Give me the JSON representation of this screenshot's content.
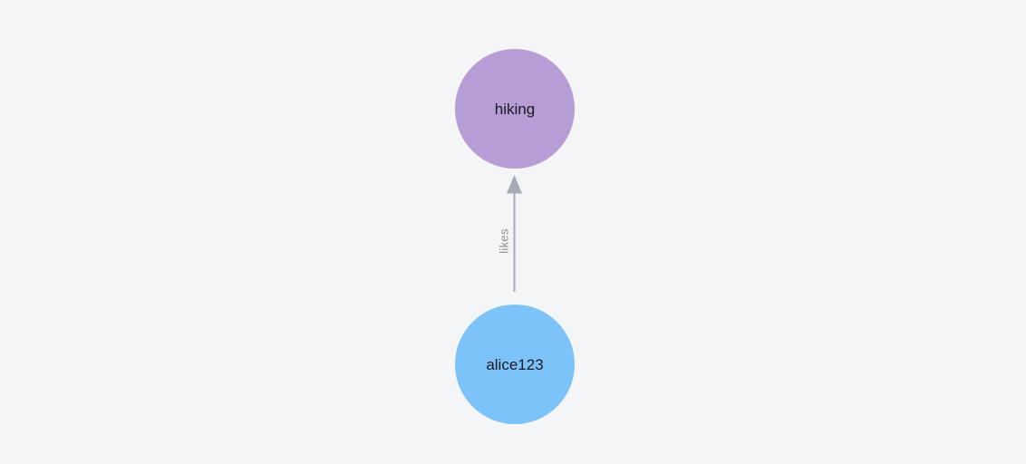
{
  "canvas": {
    "background_color": "#f4f5f6"
  },
  "graph": {
    "nodes": [
      {
        "label": "hiking",
        "fill_color": "#b79dd6",
        "text_color": "#1a1b20"
      },
      {
        "label": "alice123",
        "fill_color": "#7cc3fa",
        "text_color": "#1a1b20"
      }
    ],
    "edges": [
      {
        "label": "likes",
        "from": "alice123",
        "to": "hiking",
        "line_color": "#a6abb5",
        "label_color": "#8b8c91"
      }
    ]
  }
}
